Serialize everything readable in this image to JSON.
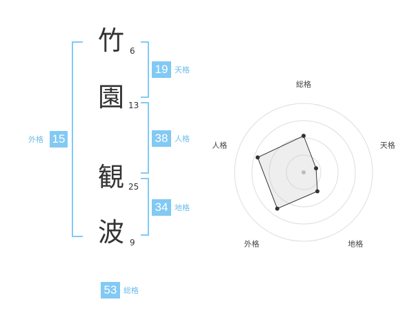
{
  "name": {
    "chars": [
      {
        "char": "竹",
        "strokes": "6"
      },
      {
        "char": "園",
        "strokes": "13"
      },
      {
        "char": "観",
        "strokes": "25"
      },
      {
        "char": "波",
        "strokes": "9"
      }
    ]
  },
  "kakusu": {
    "tenkaku": {
      "value": "19",
      "label": "天格"
    },
    "jinkaku": {
      "value": "38",
      "label": "人格"
    },
    "chikaku": {
      "value": "34",
      "label": "地格"
    },
    "gaikaku": {
      "value": "15",
      "label": "外格"
    },
    "soukaku": {
      "value": "53",
      "label": "総格"
    }
  },
  "colors": {
    "accent": "#82c9f4",
    "label": "#6cbcea",
    "text": "#333333"
  },
  "chart_data": {
    "type": "radar",
    "axes": [
      "総格",
      "天格",
      "地格",
      "外格",
      "人格"
    ],
    "values": [
      0.53,
      0.19,
      0.34,
      0.65,
      0.7
    ],
    "rings": 4,
    "grid": true
  }
}
